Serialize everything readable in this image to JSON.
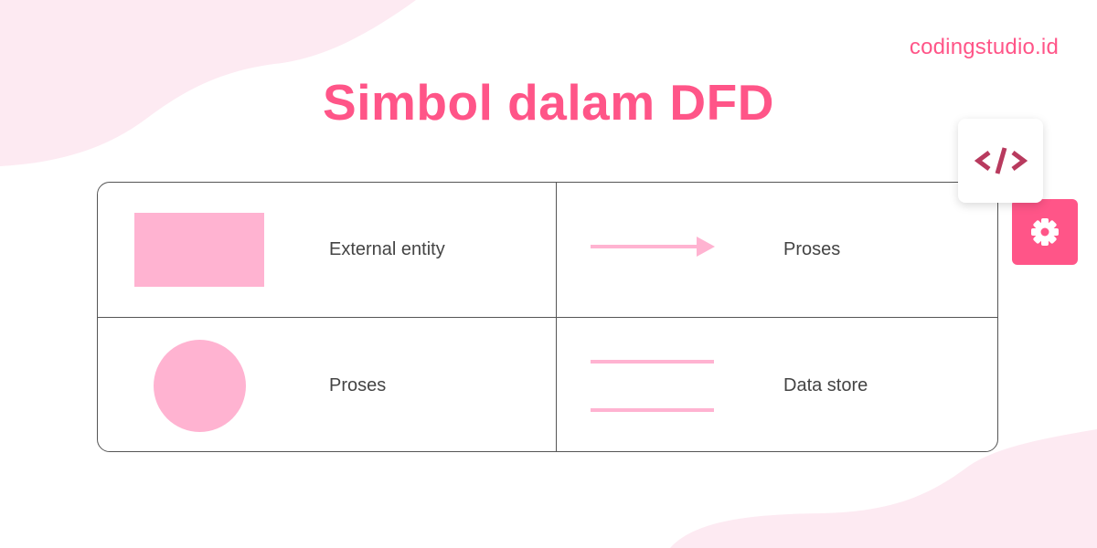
{
  "brand": {
    "text": "codingstudio.id"
  },
  "title": {
    "text": "Simbol dalam DFD"
  },
  "colors": {
    "accent": "#ff5588",
    "symbol_fill": "#ffb3d1",
    "blob": "#fdeaf2",
    "border": "#555555",
    "label_text": "#444444",
    "code_icon": "#b83a5e"
  },
  "table": {
    "cells": [
      {
        "symbol": "rectangle",
        "label": "External entity"
      },
      {
        "symbol": "arrow",
        "label": "Proses"
      },
      {
        "symbol": "circle",
        "label": "Proses"
      },
      {
        "symbol": "parallel-lines",
        "label": "Data store"
      }
    ]
  },
  "icons": {
    "code": "code-brackets-icon",
    "gear": "gear-icon"
  }
}
